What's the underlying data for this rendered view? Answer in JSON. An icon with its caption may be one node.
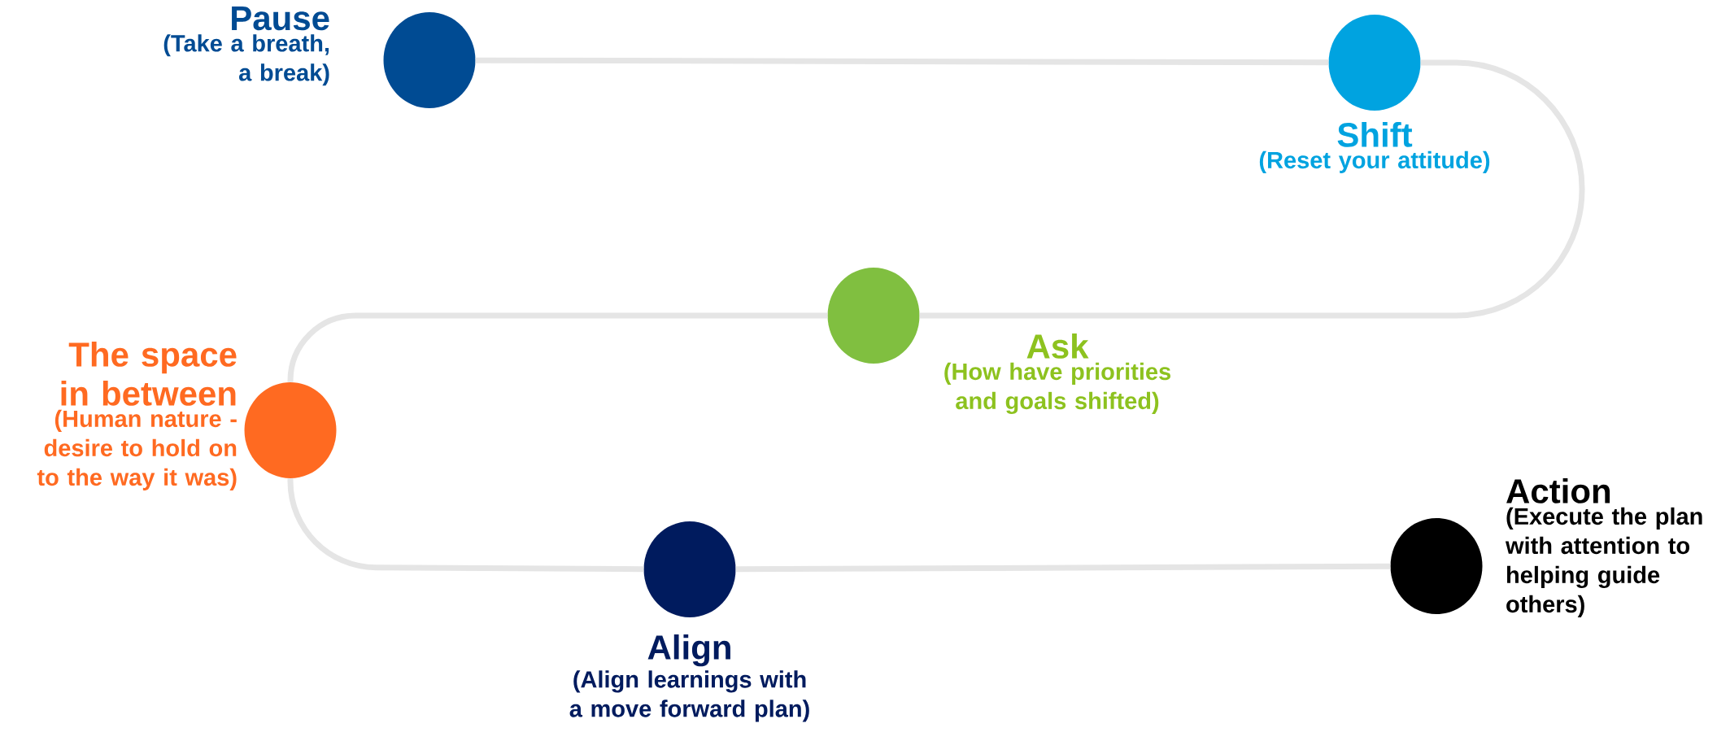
{
  "diagram": {
    "nodes": [
      {
        "text": [
          "Pause",
          "(Take a breath, a break)"
        ]
      },
      {
        "text": [
          "Shift",
          "(Reset your attitude)"
        ]
      },
      {
        "text": [
          "Ask",
          "(How have priorities and goals shifted)"
        ]
      },
      {
        "text": [
          "The space in between",
          "(Human nature - desire to hold on to the way it was)"
        ]
      },
      {
        "text": [
          "Align",
          "(Align learnings with a move forward plan)"
        ]
      },
      {
        "text": [
          "Action",
          "(Execute the plan with attention to helping guide others)"
        ]
      }
    ],
    "edges": [
      {
        "from": 0,
        "to": 1,
        "arrow": "none"
      },
      {
        "from": 1,
        "to": 2,
        "arrow": "none"
      },
      {
        "from": 2,
        "to": 3,
        "arrow": "none"
      },
      {
        "from": 3,
        "to": 4,
        "arrow": "none"
      },
      {
        "from": 4,
        "to": 5,
        "arrow": "none"
      }
    ]
  }
}
